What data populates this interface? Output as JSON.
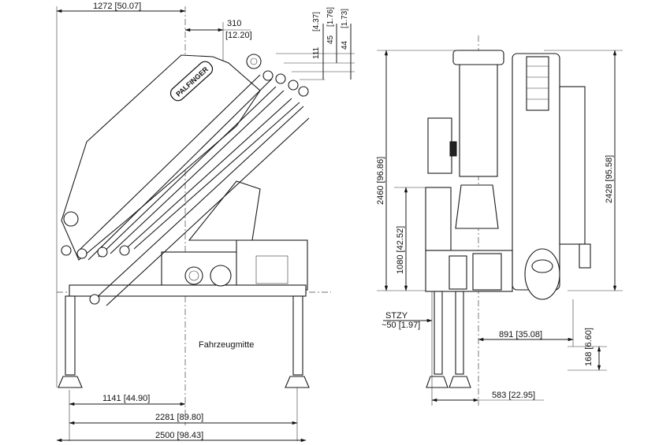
{
  "side_view": {
    "dims": {
      "top_width": "1272  [50.07]",
      "offset_mm": "310",
      "offset_in": "[12.20]",
      "h111": "111",
      "h45": "45",
      "h44": "44",
      "h437": "[4.37]",
      "h176": "[1.76]",
      "h173": "[1.73]",
      "w1141": "1141  [44.90]",
      "w2281": "2281  [89.80]",
      "w2500": "2500  [98.43]"
    },
    "center_label": "Fahrzeugmitte",
    "boom_sticker": "PALFINGER"
  },
  "rear_view": {
    "dims": {
      "h2460": "2460  [96.86]",
      "h1080": "1080  [42.52]",
      "h2428": "2428  [95.58]",
      "stzy": "STZY",
      "stzy_val": "~50  [1.97]",
      "w891": "891  [35.08]",
      "w583": "583  [22.95]",
      "h168": "168  [6.60]"
    }
  }
}
